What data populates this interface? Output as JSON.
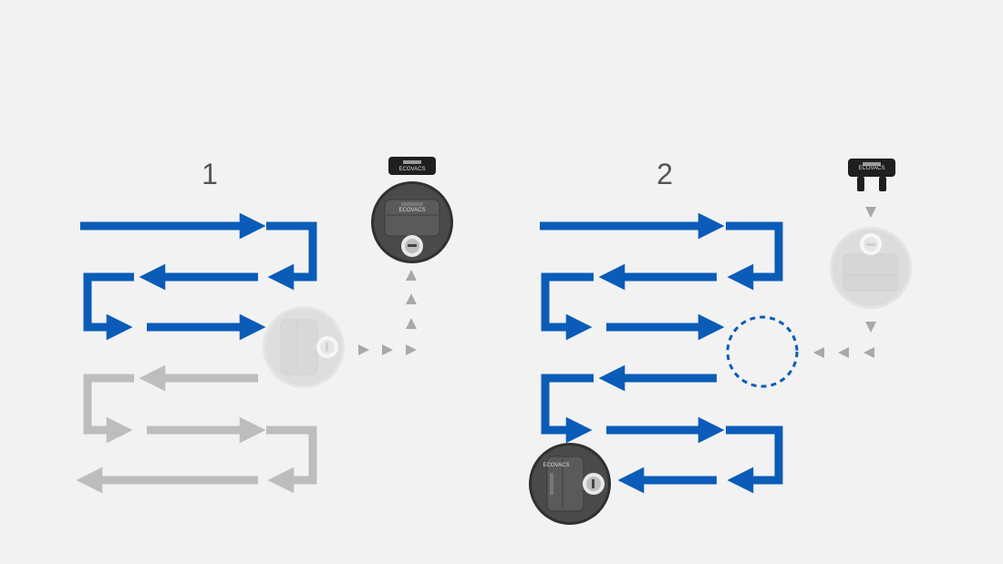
{
  "panels": [
    {
      "step_number": "1"
    },
    {
      "step_number": "2"
    }
  ],
  "device_labels": {
    "station_logo": "ECOVACS",
    "robot_logo": "ECOVACS"
  },
  "colors": {
    "background": "#f2f2f2",
    "path_active": "#0a5cb8",
    "path_pending": "#bdbdbd",
    "direction_markers": "#a8a8a8",
    "robot_body": "#3f3f3f",
    "robot_faded": "#dcdcdc",
    "station": "#222222"
  },
  "icons": {
    "station": "docking-station-icon",
    "robot": "robot-vacuum-icon",
    "marker": "triangle-direction-icon",
    "resume_point": "dashed-circle-resume-point-icon"
  }
}
